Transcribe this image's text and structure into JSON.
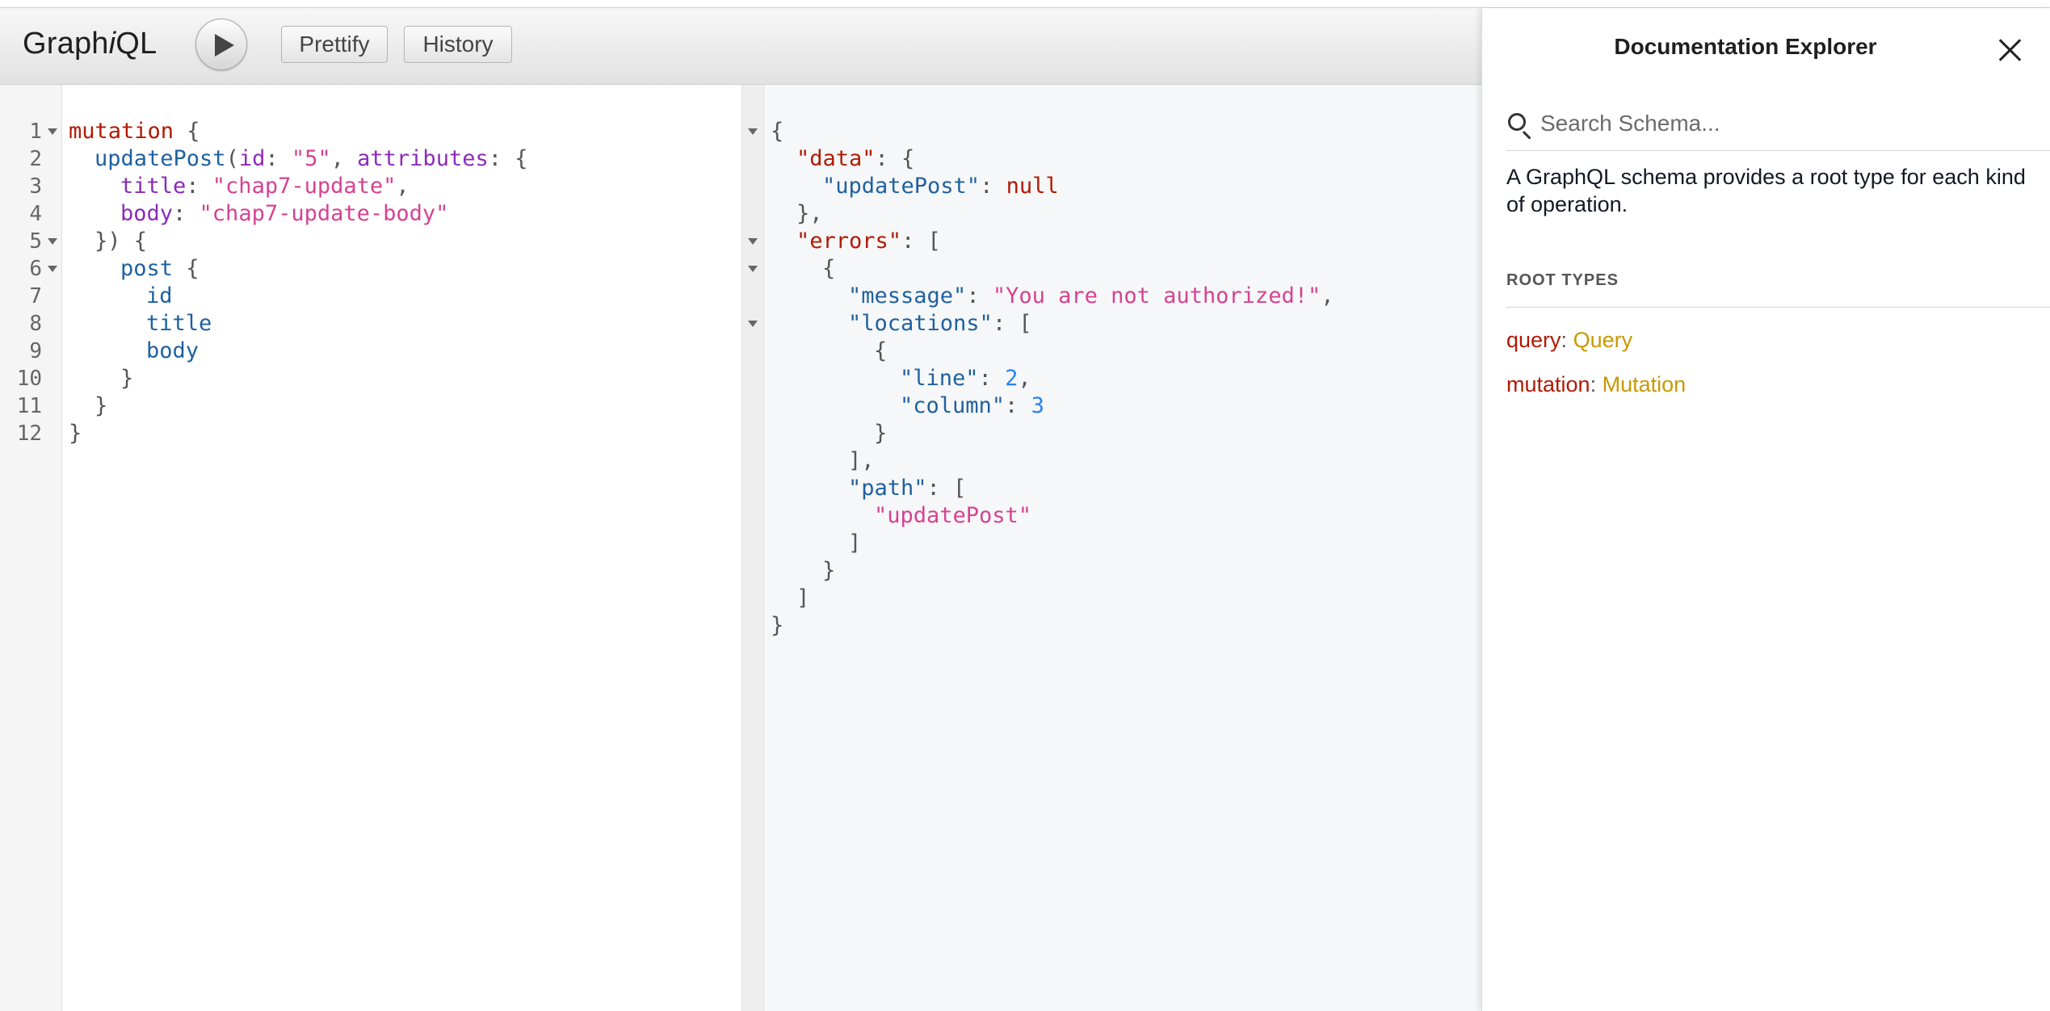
{
  "app": {
    "logo_main": "Graph",
    "logo_i": "i",
    "logo_tail": "QL"
  },
  "toolbar": {
    "prettify_label": "Prettify",
    "history_label": "History"
  },
  "query": {
    "line_numbers": [
      "1",
      "2",
      "3",
      "4",
      "5",
      "6",
      "7",
      "8",
      "9",
      "10",
      "11",
      "12"
    ],
    "l1": {
      "kw": "mutation",
      "brace": " {"
    },
    "l2": {
      "name": "updatePost",
      "p1": "(",
      "arg1": "id",
      "c1": ": ",
      "v1": "\"5\"",
      "comma": ", ",
      "arg2": "attributes",
      "c2": ": {"
    },
    "l3": {
      "key": "title",
      "colon": ": ",
      "val": "\"chap7-update\"",
      "comma": ","
    },
    "l4": {
      "key": "body",
      "colon": ": ",
      "val": "\"chap7-update-body\""
    },
    "l5": "}) {",
    "l6": {
      "field": "post",
      "brace": " {"
    },
    "l7": "id",
    "l8": "title",
    "l9": "body",
    "l10": "}",
    "l11": "}",
    "l12": "}"
  },
  "result": {
    "r1": "{",
    "r2": {
      "key": "\"data\"",
      "rest": ": {"
    },
    "r3": {
      "key": "\"updatePost\"",
      "colon": ": ",
      "val": "null"
    },
    "r4": "},",
    "r5": {
      "key": "\"errors\"",
      "rest": ": ["
    },
    "r6": "{",
    "r7": {
      "key": "\"message\"",
      "colon": ": ",
      "val": "\"You are not authorized!\"",
      "comma": ","
    },
    "r8": {
      "key": "\"locations\"",
      "rest": ": ["
    },
    "r9": "{",
    "r10": {
      "key": "\"line\"",
      "colon": ": ",
      "val": "2",
      "comma": ","
    },
    "r11": {
      "key": "\"column\"",
      "colon": ": ",
      "val": "3"
    },
    "r12": "}",
    "r13": "],",
    "r14": {
      "key": "\"path\"",
      "rest": ": ["
    },
    "r15": "\"updatePost\"",
    "r16": "]",
    "r17": "}",
    "r18": "]",
    "r19": "}"
  },
  "docs": {
    "title": "Documentation Explorer",
    "search_placeholder": "Search Schema...",
    "description": "A GraphQL schema provides a root type for each kind of operation.",
    "root_types_label": "ROOT TYPES",
    "root_types": [
      {
        "key": "query",
        "sep": ": ",
        "type": "Query"
      },
      {
        "key": "mutation",
        "sep": ": ",
        "type": "Mutation"
      }
    ]
  }
}
